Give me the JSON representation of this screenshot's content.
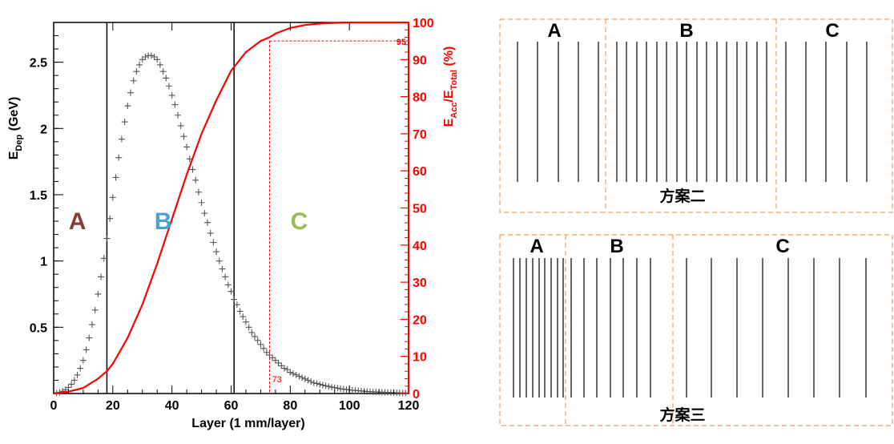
{
  "chart_data": [
    {
      "type": "scatter",
      "xlabel": "Layer (1 mm/layer)",
      "ylabel_main": "E",
      "ylabel_sub": "Dep",
      "ylabel_unit": " (GeV)",
      "y2label_num": "E",
      "y2label_num_sub": "Acc",
      "y2label_den": "/E",
      "y2label_den_sub": "Total",
      "y2label_unit": " (%)",
      "xlim": [
        0,
        120
      ],
      "ylim": [
        0,
        2.8
      ],
      "y2lim": [
        0,
        100
      ],
      "xticks": [
        "0",
        "20",
        "40",
        "60",
        "80",
        "100",
        "120"
      ],
      "yticks": [
        "0.5",
        "1",
        "1.5",
        "2",
        "2.5"
      ],
      "y2ticks": [
        "0",
        "10",
        "20",
        "30",
        "40",
        "50",
        "60",
        "70",
        "80",
        "90",
        "100"
      ],
      "vertical_lines_x": [
        18,
        61
      ],
      "zones": [
        {
          "label": "A",
          "x": 8,
          "y": 1.3,
          "color": "#8b3a3a"
        },
        {
          "label": "B",
          "x": 37,
          "y": 1.3,
          "color": "#4aa3c8"
        },
        {
          "label": "C",
          "x": 83,
          "y": 1.3,
          "color": "#9bbb59"
        }
      ],
      "marker_95": {
        "x": 73,
        "y_pct": 95,
        "label_y": "95",
        "label_x": "73",
        "color": "#ff0000"
      },
      "series": [
        {
          "marker": "cross",
          "color": "#555555",
          "x": [
            1,
            2,
            3,
            4,
            5,
            6,
            7,
            8,
            9,
            10,
            11,
            12,
            13,
            14,
            15,
            16,
            17,
            18,
            19,
            20,
            21,
            22,
            23,
            24,
            25,
            26,
            27,
            28,
            29,
            30,
            31,
            32,
            33,
            34,
            35,
            36,
            37,
            38,
            39,
            40,
            41,
            42,
            43,
            44,
            45,
            46,
            47,
            48,
            49,
            50,
            51,
            52,
            53,
            54,
            55,
            56,
            57,
            58,
            59,
            60,
            61,
            62,
            63,
            64,
            65,
            66,
            67,
            68,
            69,
            70,
            71,
            72,
            73,
            74,
            75,
            76,
            77,
            78,
            79,
            80,
            81,
            82,
            83,
            84,
            85,
            86,
            87,
            88,
            89,
            90,
            91,
            92,
            93,
            94,
            95,
            96,
            97,
            98,
            99,
            100,
            101,
            102,
            103,
            104,
            105,
            106,
            107,
            108,
            109,
            110,
            111,
            112,
            113,
            114,
            115,
            116,
            117,
            118,
            119
          ],
          "y": [
            0.004,
            0.009,
            0.017,
            0.029,
            0.046,
            0.07,
            0.1,
            0.14,
            0.19,
            0.25,
            0.33,
            0.42,
            0.52,
            0.63,
            0.75,
            0.88,
            1.02,
            1.17,
            1.32,
            1.48,
            1.63,
            1.78,
            1.92,
            2.05,
            2.17,
            2.27,
            2.36,
            2.43,
            2.48,
            2.52,
            2.54,
            2.55,
            2.55,
            2.54,
            2.52,
            2.48,
            2.43,
            2.38,
            2.32,
            2.25,
            2.18,
            2.1,
            2.02,
            1.94,
            1.86,
            1.77,
            1.69,
            1.61,
            1.52,
            1.44,
            1.36,
            1.29,
            1.21,
            1.14,
            1.07,
            1.0,
            0.94,
            0.88,
            0.82,
            0.77,
            0.71,
            0.67,
            0.62,
            0.58,
            0.54,
            0.5,
            0.46,
            0.43,
            0.4,
            0.37,
            0.34,
            0.31,
            0.29,
            0.27,
            0.25,
            0.23,
            0.21,
            0.19,
            0.18,
            0.16,
            0.15,
            0.14,
            0.13,
            0.12,
            0.11,
            0.1,
            0.09,
            0.08,
            0.076,
            0.069,
            0.063,
            0.058,
            0.053,
            0.048,
            0.044,
            0.04,
            0.036,
            0.033,
            0.03,
            0.027,
            0.025,
            0.023,
            0.021,
            0.019,
            0.017,
            0.015,
            0.014,
            0.013,
            0.012,
            0.011,
            0.01,
            0.009,
            0.008,
            0.007,
            0.0065,
            0.006,
            0.005,
            0.0045,
            0.004
          ]
        },
        {
          "marker": "line",
          "axis": "right",
          "color": "#ff0000",
          "x": [
            0,
            5,
            10,
            15,
            18,
            20,
            25,
            30,
            35,
            40,
            45,
            50,
            55,
            60,
            65,
            70,
            73,
            75,
            80,
            85,
            90,
            95,
            100,
            105,
            110,
            115,
            120
          ],
          "y_pct": [
            0,
            0.5,
            1.5,
            4,
            6,
            8,
            15,
            24,
            35,
            47,
            59,
            70,
            79,
            87,
            92,
            95,
            96,
            97,
            98.5,
            99.3,
            99.7,
            99.9,
            100,
            100,
            100,
            100,
            100
          ]
        }
      ]
    },
    {
      "type": "diagram",
      "title": "方案二",
      "sections": [
        {
          "label": "A",
          "layer_count": 5
        },
        {
          "label": "B",
          "layer_count": 16
        },
        {
          "label": "C",
          "layer_count": 5
        }
      ]
    },
    {
      "type": "diagram",
      "title": "方案三",
      "sections": [
        {
          "label": "A",
          "layer_count": 9
        },
        {
          "label": "B",
          "layer_count": 7
        },
        {
          "label": "C",
          "layer_count": 8
        }
      ]
    }
  ]
}
